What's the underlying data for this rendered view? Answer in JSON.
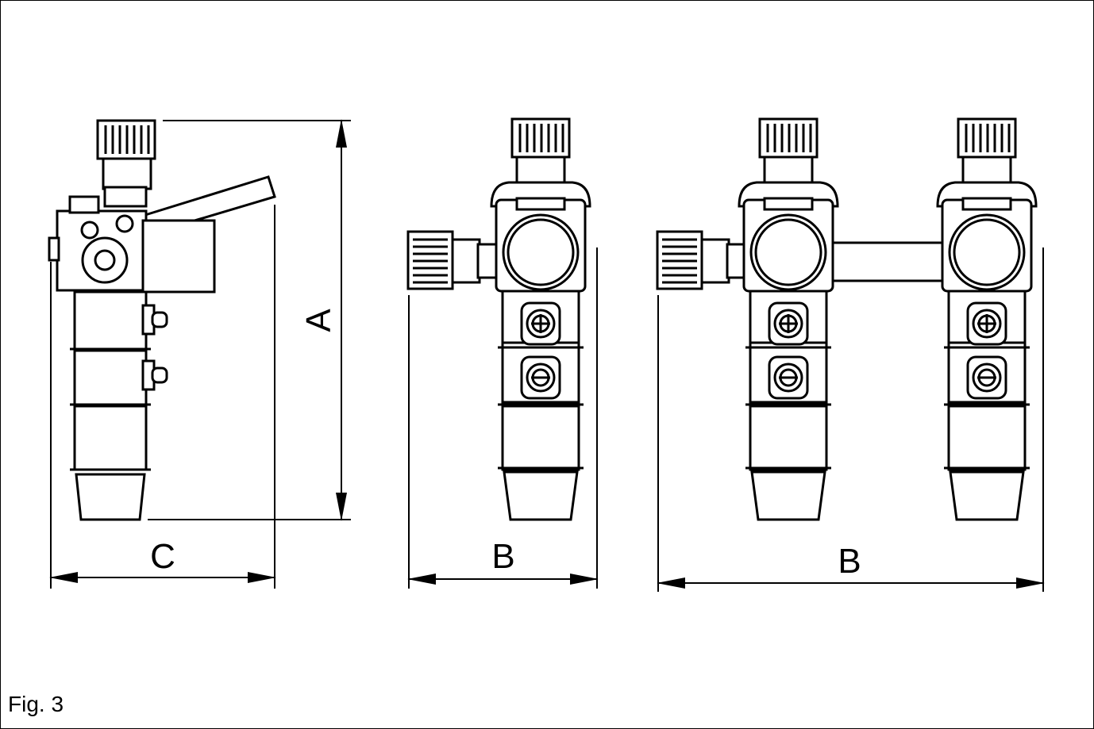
{
  "figure": {
    "caption": "Fig. 3"
  },
  "dimensions": {
    "height_label": "A",
    "width_label_single": "B",
    "width_label_double": "B",
    "depth_label": "C"
  }
}
